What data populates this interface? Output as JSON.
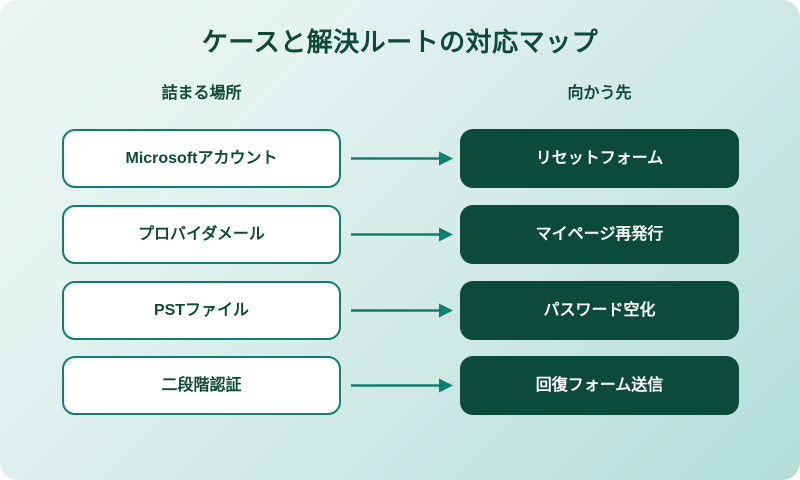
{
  "diagram": {
    "title": "ケースと解決ルートの対応マップ",
    "columns": {
      "left_header": "詰まる場所",
      "right_header": "向かう先"
    },
    "colors": {
      "background_start": "#eaf5f3",
      "background_end": "#b2ded8",
      "title_text": "#0d4a38",
      "source_border": "#0d8070",
      "source_fill": "#ffffff",
      "source_text": "#0d4a38",
      "target_fill": "#0c4a3a",
      "target_text": "#ffffff",
      "arrow": "#0d8070"
    },
    "rows": [
      {
        "source": "Microsoftアカウント",
        "target": "リセットフォーム",
        "arrow": "arrow-right-icon"
      },
      {
        "source": "プロバイダメール",
        "target": "マイページ再発行",
        "arrow": "arrow-right-icon"
      },
      {
        "source": "PSTファイル",
        "target": "パスワード空化",
        "arrow": "arrow-right-icon"
      },
      {
        "source": "二段階認証",
        "target": "回復フォーム送信",
        "arrow": "arrow-right-icon"
      }
    ]
  }
}
